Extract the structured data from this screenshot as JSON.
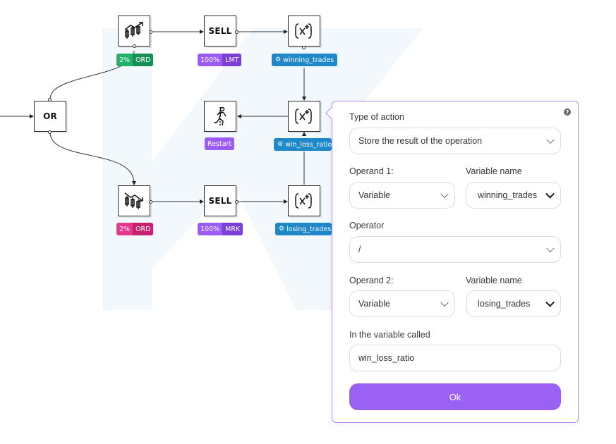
{
  "flow": {
    "or_label": "OR",
    "sell_top_label": "SELL",
    "sell_bottom_label": "SELL",
    "tag_top_buy": {
      "pct": "2%",
      "type": "ORD"
    },
    "tag_top_sell": {
      "pct": "100%",
      "type": "LMT"
    },
    "tag_top_var": "winning_trades",
    "tag_mid_restart": "Restart",
    "tag_mid_var": "win_loss_ratio",
    "tag_bottom_buy": {
      "pct": "2%",
      "type": "ORD"
    },
    "tag_bottom_sell": {
      "pct": "100%",
      "type": "MRK"
    },
    "tag_bottom_var": "losing_trades",
    "colors": {
      "green": "#20b26b",
      "purple": "#9a5cf2",
      "pink": "#e8368f",
      "blue": "#1f88c9",
      "accent": "#9b61f5"
    }
  },
  "panel": {
    "help_icon": "?",
    "type_of_action_label": "Type of action",
    "type_of_action_value": "Store the result of the operation",
    "operand1_label": "Operand 1:",
    "operand1_value": "Variable",
    "var_name1_label": "Variable name",
    "var_name1_value": "winning_trades",
    "operator_label": "Operator",
    "operator_value": "/",
    "operand2_label": "Operand 2:",
    "operand2_value": "Variable",
    "var_name2_label": "Variable name",
    "var_name2_value": "losing_trades",
    "result_label": "In the variable called",
    "result_value": "win_loss_ratio",
    "ok_label": "Ok"
  }
}
